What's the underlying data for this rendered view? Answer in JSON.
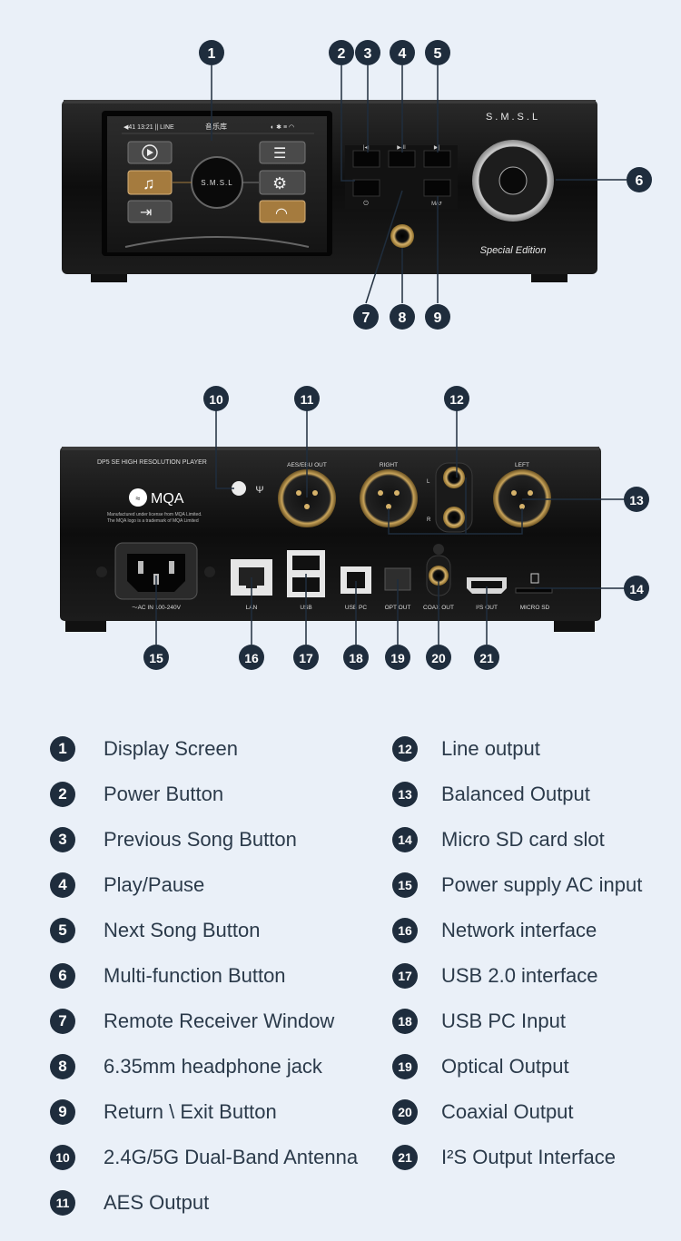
{
  "front": {
    "brand": "S.M.S.L",
    "edition": "Special Edition",
    "screen": {
      "status_left": "◀41  13:21  ||  LINE",
      "title": "音乐库",
      "logo": "S.M.S.L"
    },
    "button_labels": {
      "prev": "|◀",
      "play": "▶/II",
      "next": "▶|",
      "power": "⏻",
      "return": "M/↺"
    }
  },
  "back": {
    "model": "DP5 SE HIGH RESOLUTION PLAYER",
    "mqa_logo": "MQA",
    "mqa_note_1": "Manufactured under license from MQA Limited.",
    "mqa_note_2": "The MQA logo is a trademark of MQA Limited",
    "port_labels": {
      "aes": "AES/EBU OUT",
      "right": "RIGHT",
      "left": "LEFT",
      "l": "L",
      "r": "R",
      "ac": "〜AC IN 100-240V",
      "lan": "LAN",
      "usb": "USB",
      "usbpc": "USB PC",
      "opt": "OPT OUT",
      "coax": "COAX OUT",
      "i2s": "I²S OUT",
      "sd": "MICRO SD"
    }
  },
  "callouts": [
    "1",
    "2",
    "3",
    "4",
    "5",
    "6",
    "7",
    "8",
    "9",
    "10",
    "11",
    "12",
    "13",
    "14",
    "15",
    "16",
    "17",
    "18",
    "19",
    "20",
    "21"
  ],
  "legend": {
    "left": [
      {
        "num": "1",
        "label": "Display Screen"
      },
      {
        "num": "2",
        "label": "Power Button"
      },
      {
        "num": "3",
        "label": "Previous Song Button"
      },
      {
        "num": "4",
        "label": "Play/Pause"
      },
      {
        "num": "5",
        "label": "Next Song Button"
      },
      {
        "num": "6",
        "label": "Multi-function Button"
      },
      {
        "num": "7",
        "label": "Remote Receiver Window"
      },
      {
        "num": "8",
        "label": "6.35mm headphone jack"
      },
      {
        "num": "9",
        "label": "Return \\ Exit Button"
      },
      {
        "num": "10",
        "label": "2.4G/5G Dual-Band Antenna"
      },
      {
        "num": "11",
        "label": "AES Output"
      }
    ],
    "right": [
      {
        "num": "12",
        "label": "Line output"
      },
      {
        "num": "13",
        "label": "Balanced Output"
      },
      {
        "num": "14",
        "label": "Micro SD card slot"
      },
      {
        "num": "15",
        "label": "Power supply AC input"
      },
      {
        "num": "16",
        "label": "Network interface"
      },
      {
        "num": "17",
        "label": "USB 2.0 interface"
      },
      {
        "num": "18",
        "label": "USB PC Input"
      },
      {
        "num": "19",
        "label": "Optical  Output"
      },
      {
        "num": "20",
        "label": "Coaxial Output"
      },
      {
        "num": "21",
        "label": "I²S Output Interface"
      }
    ]
  }
}
